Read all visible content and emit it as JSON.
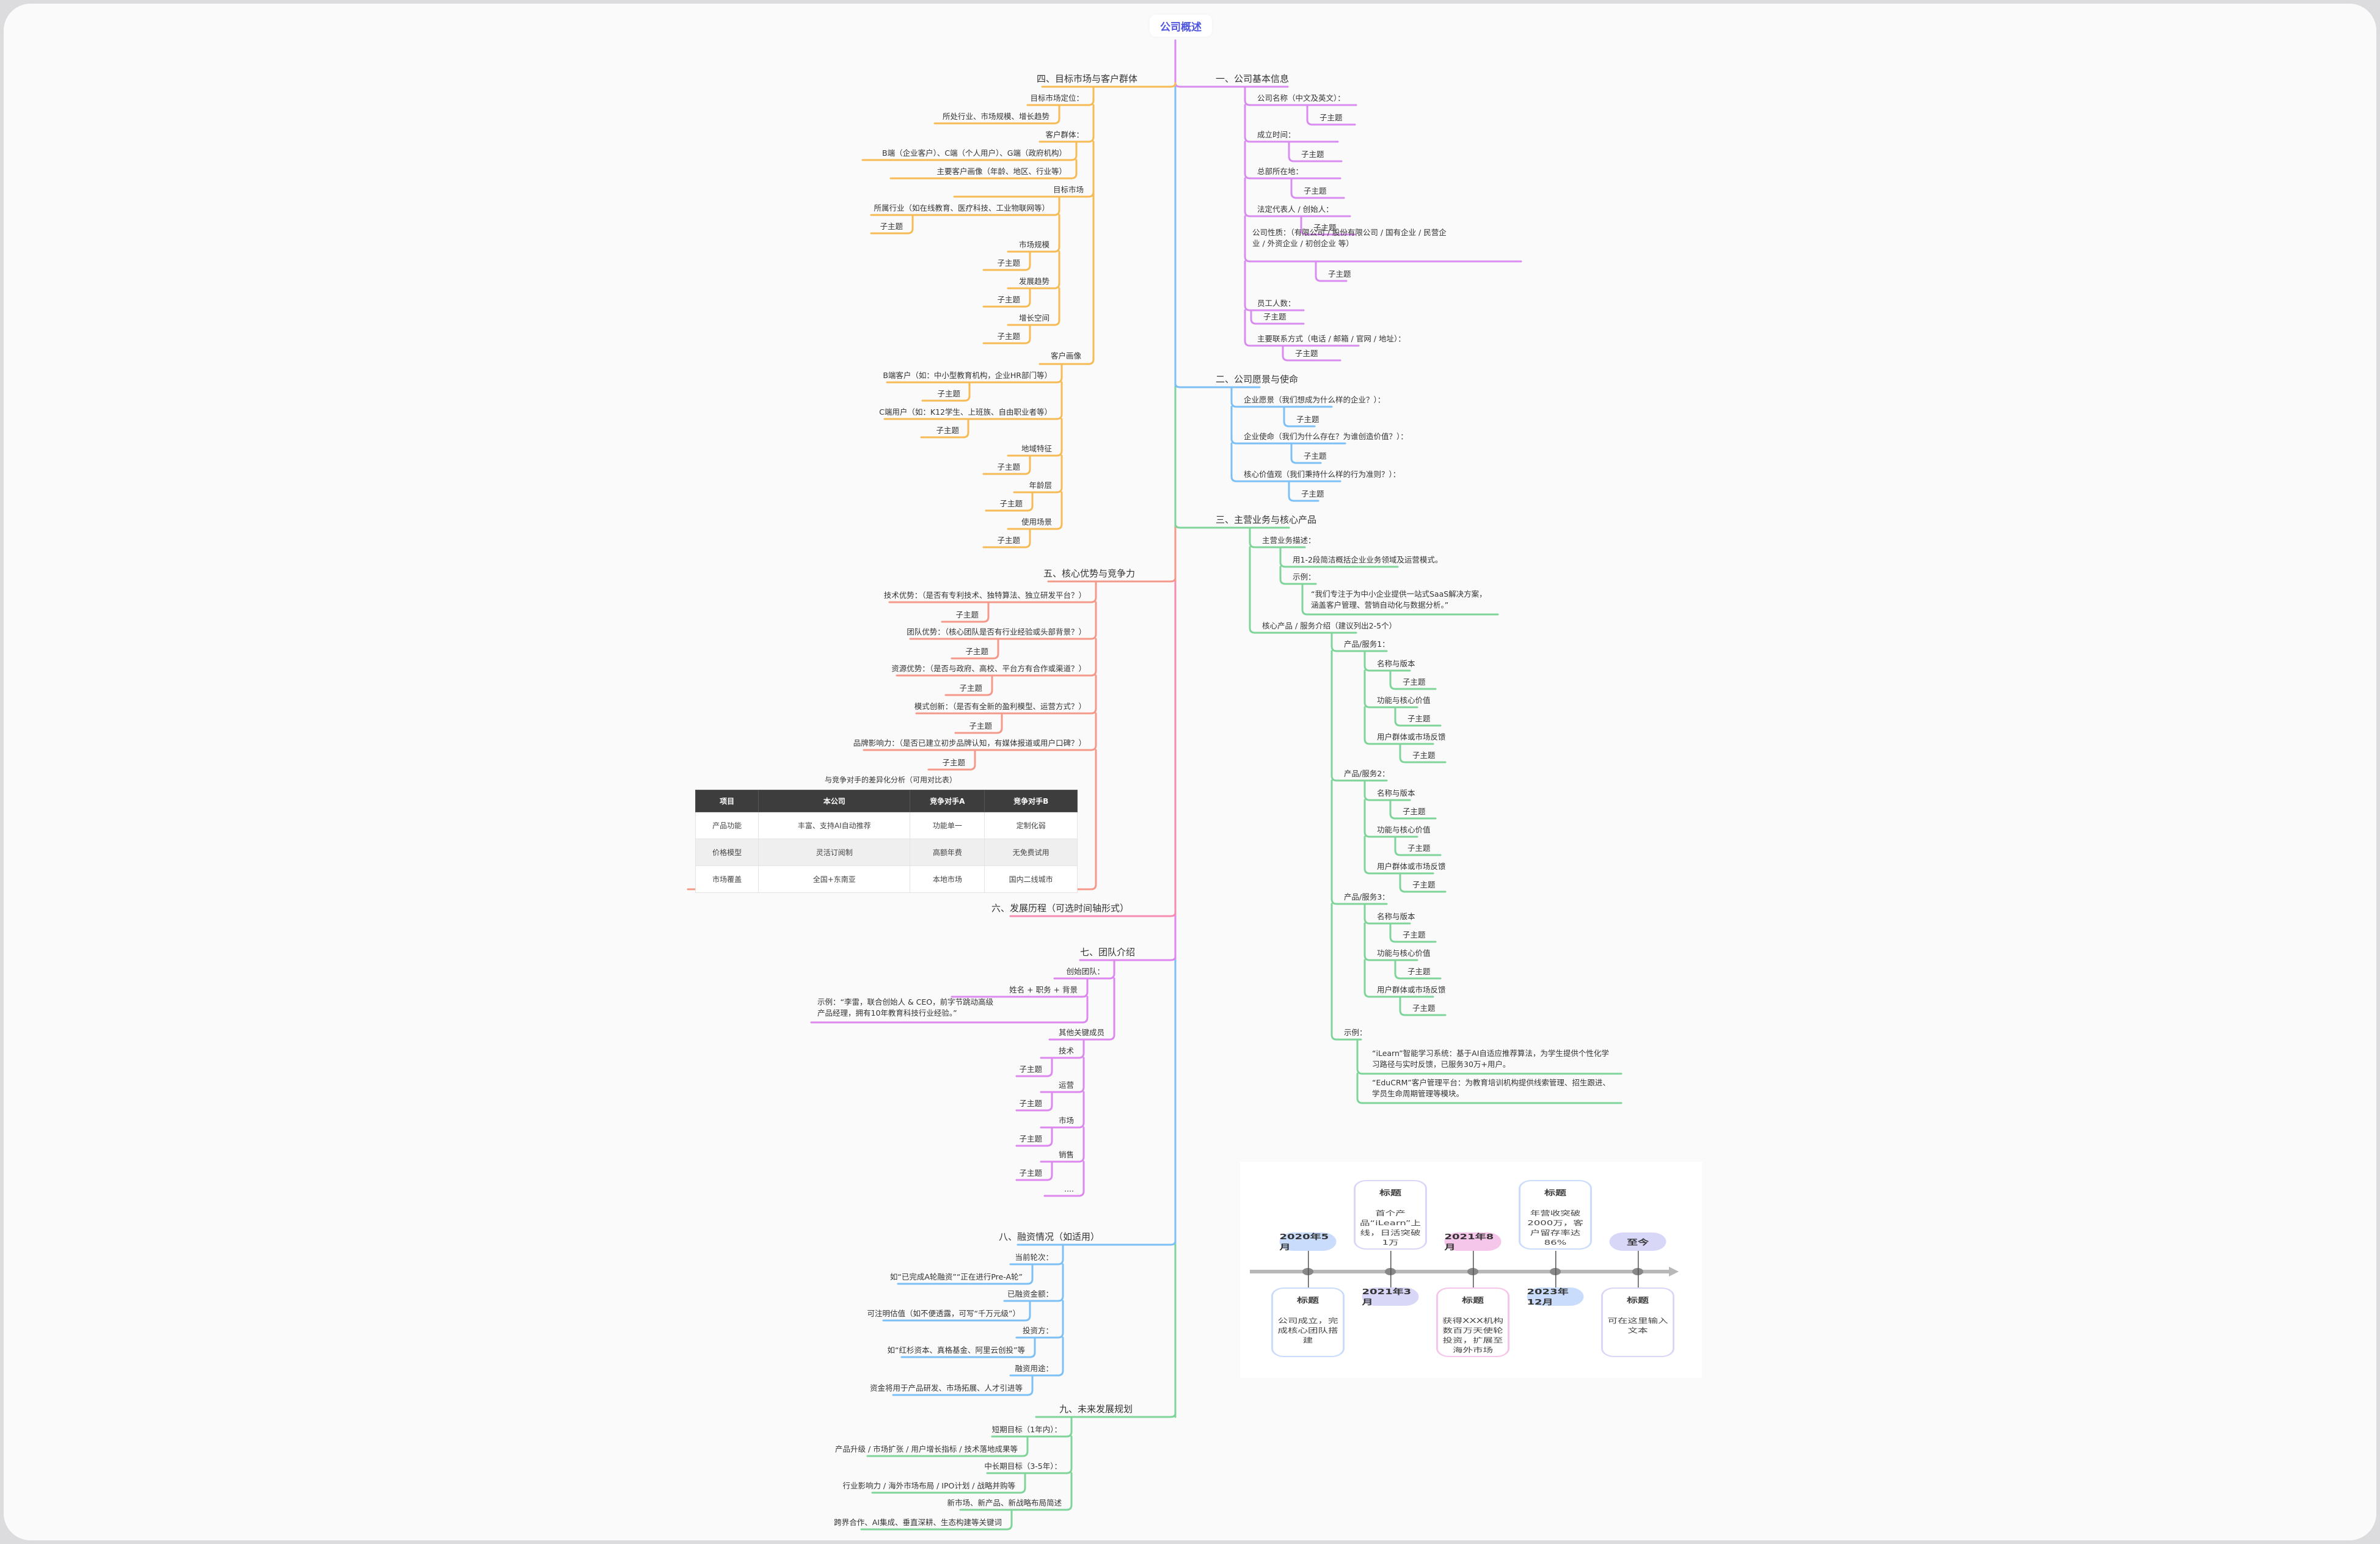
{
  "root": {
    "title": "公司概述"
  },
  "colors": {
    "purple": "#d98cf0",
    "blue": "#7cc0f5",
    "green": "#7fd49a",
    "orange": "#f7bb55",
    "salmon": "#f4998a",
    "pink": "#f78cb3",
    "violet": "#dc88ef",
    "root_text": "#4f55e0"
  },
  "sections": {
    "s1": {
      "title": "一、公司基本信息",
      "items": [
        {
          "label": "公司名称（中文及英文）：",
          "child": "子主题"
        },
        {
          "label": "成立时间：",
          "child": "子主题"
        },
        {
          "label": "总部所在地：",
          "child": "子主题"
        },
        {
          "label": "法定代表人 / 创始人：",
          "child": "子主题"
        },
        {
          "label": "公司性质：（有限公司 / 股份有限公司 / 国有企业 / 民营企业 / 外资企业 / 初创企业 等）",
          "child": "子主题"
        },
        {
          "label": "员工人数：",
          "child": "子主题"
        },
        {
          "label": "主要联系方式（电话 / 邮箱 / 官网 / 地址）：",
          "child": "子主题"
        }
      ]
    },
    "s2": {
      "title": "二、公司愿景与使命",
      "items": [
        {
          "label": "企业愿景（我们想成为什么样的企业？）：",
          "child": "子主题"
        },
        {
          "label": "企业使命（我们为什么存在？为谁创造价值？）：",
          "child": "子主题"
        },
        {
          "label": "核心价值观（我们秉持什么样的行为准则？）：",
          "child": "子主题"
        }
      ]
    },
    "s3": {
      "title": "三、主营业务与核心产品",
      "business": {
        "label": "主营业务描述：",
        "desc": "用1-2段简洁概括企业业务领域及运营模式。",
        "example_label": "示例：",
        "example": "“我们专注于为中小企业提供一站式SaaS解决方案，涵盖客户管理、营销自动化与数据分析。”"
      },
      "products": {
        "label": "核心产品 / 服务介绍（建议列出2-5个）",
        "items": [
          {
            "label": "产品/服务1：",
            "subs": [
              {
                "label": "名称与版本",
                "child": "子主题"
              },
              {
                "label": "功能与核心价值",
                "child": "子主题"
              },
              {
                "label": "用户群体或市场反馈",
                "child": "子主题"
              }
            ]
          },
          {
            "label": "产品/服务2：",
            "subs": [
              {
                "label": "名称与版本",
                "child": "子主题"
              },
              {
                "label": "功能与核心价值",
                "child": "子主题"
              },
              {
                "label": "用户群体或市场反馈",
                "child": "子主题"
              }
            ]
          },
          {
            "label": "产品/服务3：",
            "subs": [
              {
                "label": "名称与版本",
                "child": "子主题"
              },
              {
                "label": "功能与核心价值",
                "child": "子主题"
              },
              {
                "label": "用户群体或市场反馈",
                "child": "子主题"
              }
            ]
          }
        ],
        "example_label": "示例：",
        "examples": [
          "“iLearn”智能学习系统：基于AI自适应推荐算法，为学生提供个性化学习路径与实时反馈，已服务30万+用户。",
          "“EduCRM”客户管理平台：为教育培训机构提供线索管理、招生跟进、学员生命周期管理等模块。"
        ]
      }
    },
    "s4": {
      "title": "四、目标市场与客户群体",
      "positioning": {
        "label": "目标市场定位：",
        "child": "所处行业、市场规模、增长趋势"
      },
      "groups": {
        "label": "客户群体：",
        "children": [
          "B端（企业客户）、C端（个人用户）、G端（政府机构）",
          "主要客户画像（年龄、地区、行业等）"
        ]
      },
      "market": {
        "label": "目标市场",
        "items": [
          {
            "label": "所属行业（如在线教育、医疗科技、工业物联网等）",
            "child": "子主题"
          },
          {
            "label": "市场规模",
            "child": "子主题"
          },
          {
            "label": "发展趋势",
            "child": "子主题"
          },
          {
            "label": "增长空间",
            "child": "子主题"
          }
        ]
      },
      "persona": {
        "label": "客户画像",
        "items": [
          {
            "label": "B端客户（如：中小型教育机构，企业HR部门等）",
            "child": "子主题"
          },
          {
            "label": "C端用户（如：K12学生、上班族、自由职业者等）",
            "child": "子主题"
          },
          {
            "label": "地域特征",
            "child": "子主题"
          },
          {
            "label": "年龄层",
            "child": "子主题"
          },
          {
            "label": "使用场景",
            "child": "子主题"
          }
        ]
      }
    },
    "s5": {
      "title": "五、核心优势与竞争力",
      "items": [
        {
          "label": "技术优势：（是否有专利技术、独特算法、独立研发平台？）",
          "child": "子主题"
        },
        {
          "label": "团队优势：（核心团队是否有行业经验或头部背景？）",
          "child": "子主题"
        },
        {
          "label": "资源优势：（是否与政府、高校、平台方有合作或渠道？）",
          "child": "子主题"
        },
        {
          "label": "模式创新：（是否有全新的盈利模型、运营方式？）",
          "child": "子主题"
        },
        {
          "label": "品牌影响力：（是否已建立初步品牌认知，有媒体报道或用户口碑？）",
          "child": "子主题"
        }
      ],
      "comparison": {
        "title": "与竞争对手的差异化分析（可用对比表）",
        "headers": [
          "项目",
          "本公司",
          "竞争对手A",
          "竞争对手B"
        ],
        "rows": [
          [
            "产品功能",
            "丰富、支持AI自动推荐",
            "功能单一",
            "定制化弱"
          ],
          [
            "价格模型",
            "灵活订阅制",
            "高额年费",
            "无免费试用"
          ],
          [
            "市场覆盖",
            "全国+东南亚",
            "本地市场",
            "国内二线城市"
          ]
        ]
      }
    },
    "s6": {
      "title": "六、发展历程（可选时间轴形式）"
    },
    "s7": {
      "title": "七、团队介绍",
      "founders": {
        "label": "创始团队：",
        "children": [
          "姓名 + 职务 + 背景",
          "示例：“李雷，联合创始人 & CEO，前字节跳动高级产品经理，拥有10年教育科技行业经验。”"
        ]
      },
      "members": {
        "label": "其他关键成员",
        "items": [
          {
            "label": "技术",
            "child": "子主题"
          },
          {
            "label": "运营",
            "child": "子主题"
          },
          {
            "label": "市场",
            "child": "子主题"
          },
          {
            "label": "销售",
            "child": "子主题"
          }
        ],
        "more": "...."
      }
    },
    "s8": {
      "title": "八、融资情况（如适用）",
      "items": [
        {
          "label": "当前轮次：",
          "child": "如“已完成A轮融资”“正在进行Pre-A轮”"
        },
        {
          "label": "已融资金额：",
          "child": "可注明估值（如不便透露，可写“千万元级”）"
        },
        {
          "label": "投资方：",
          "child": "如“红杉资本、真格基金、阿里云创投”等"
        },
        {
          "label": "融资用途：",
          "child": "资金将用于产品研发、市场拓展、人才引进等"
        }
      ]
    },
    "s9": {
      "title": "九、未来发展规划",
      "items": [
        {
          "label": "短期目标（1年内）：",
          "child": "产品升级 / 市场扩张 / 用户增长指标 / 技术落地成果等"
        },
        {
          "label": "中长期目标（3-5年）：",
          "child": "行业影响力 / 海外市场布局 / IPO计划 / 战略并购等"
        },
        {
          "label": "新市场、新产品、新战略布局简述",
          "child": "跨界合作、AI集成、垂直深耕、生态构建等关键词"
        }
      ]
    }
  },
  "timeline": {
    "events": [
      {
        "date": "2020年5月",
        "title": "标题",
        "text": "公司成立，完成核心团队搭建",
        "color": "#c9dcfb",
        "border": "#c9dcfb"
      },
      {
        "date": "2021年3月",
        "title": "标题",
        "text": "首个产品“iLearn”上线，日活突破1万",
        "color": "#d9d7f8",
        "border": "#d9d7f8"
      },
      {
        "date": "2021年8月",
        "title": "标题",
        "text": "获得XXX机构数百万天使轮投资，扩展至海外市场",
        "color": "#f6c6ea",
        "border": "#f6c6ea"
      },
      {
        "date": "2023年12月",
        "title": "标题",
        "text": "年营收突破2000万，客户留存率达86%",
        "color": "#c9dcfb",
        "border": "#c9dcfb"
      },
      {
        "date": "至今",
        "title": "标题",
        "text": "可在这里输入文本",
        "color": "#d9d7f8",
        "border": "#d9d7f8"
      }
    ]
  }
}
